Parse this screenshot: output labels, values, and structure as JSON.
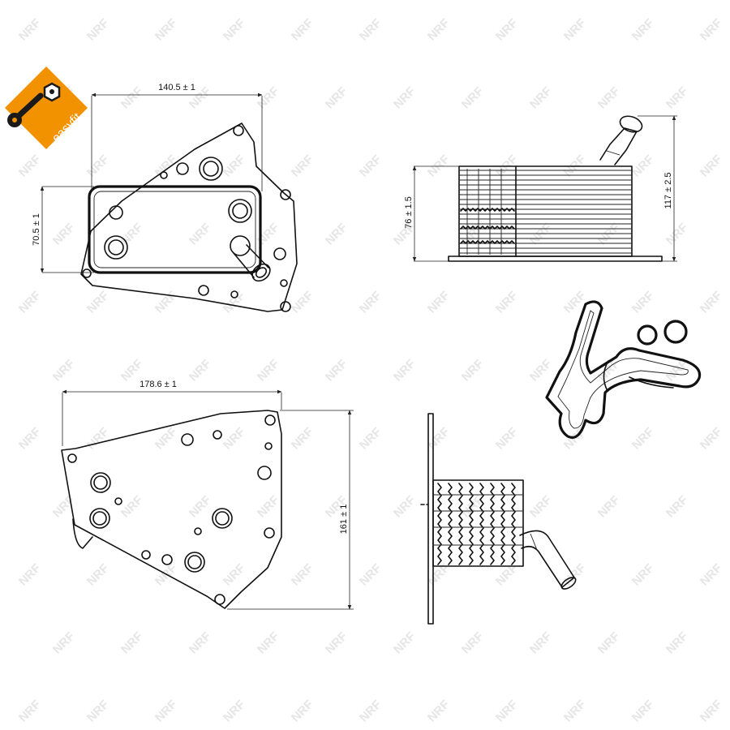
{
  "logo": {
    "text": "easyfit",
    "color": "#f39200"
  },
  "watermark": {
    "text": "NRF",
    "color": "#e6e6e6"
  },
  "dimensions": {
    "front_width": "140.5 ± 1",
    "front_height": "70.5 ± 1",
    "side_height": "76 ± 1.5",
    "side_total_height": "117 ± 2.5",
    "base_width": "178.6 ± 1",
    "base_height": "161 ± 1"
  },
  "icons": [
    "wrench-icon",
    "nut-icon"
  ]
}
